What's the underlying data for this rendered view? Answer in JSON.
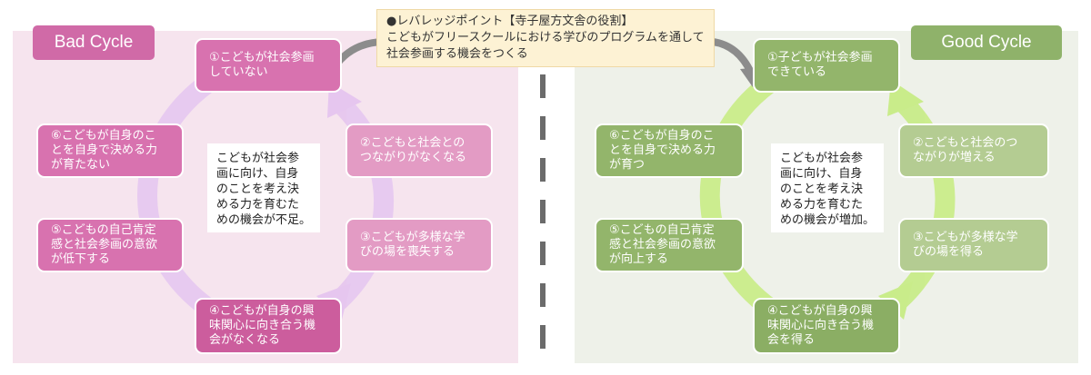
{
  "leverage": {
    "title": "●レバレッジポイント【寺子屋方文舎の役割】",
    "body": "こどもがフリースクールにおける学びのプログラムを通して社会参画する機会をつくる"
  },
  "bad": {
    "title": "Bad Cycle",
    "center": "こどもが社会参\n画に向け、自身\nのことを考え決\nめる力を育むた\nめの機会が不足。",
    "nodes": [
      "①こどもが社会参画\nしていない",
      "②こどもと社会との\nつながりがなくなる",
      "③こどもが多様な学\nびの場を喪失する",
      "④こどもが自身の興\n味関心に向き合う機\n会がなくなる",
      "⑤こどもの自己肯定\n感と社会参画の意欲\nが低下する",
      "⑥こどもが自身のこ\nとを自身で決める力\nが育たない"
    ]
  },
  "good": {
    "title": "Good Cycle",
    "center": "こどもが社会参\n画に向け、自身\nのことを考え決\nめる力を育むた\nめの機会が増加。",
    "nodes": [
      "①子どもが社会参画\nできている",
      "②こどもと社会のつ\nながりが増える",
      "③こどもが多様な学\nびの場を得る",
      "④こどもが自身の興\n味関心に向き合う機\n会を得る",
      "⑤こどもの自己肯定\n感と社会参画の意欲\nが向上する",
      "⑥こどもが自身のこ\nとを自身で決める力\nが育つ"
    ]
  },
  "colors": {
    "bad_ring": "#e6c6ef",
    "good_ring": "#c9ec8a",
    "connector": "#8c8c8c"
  }
}
